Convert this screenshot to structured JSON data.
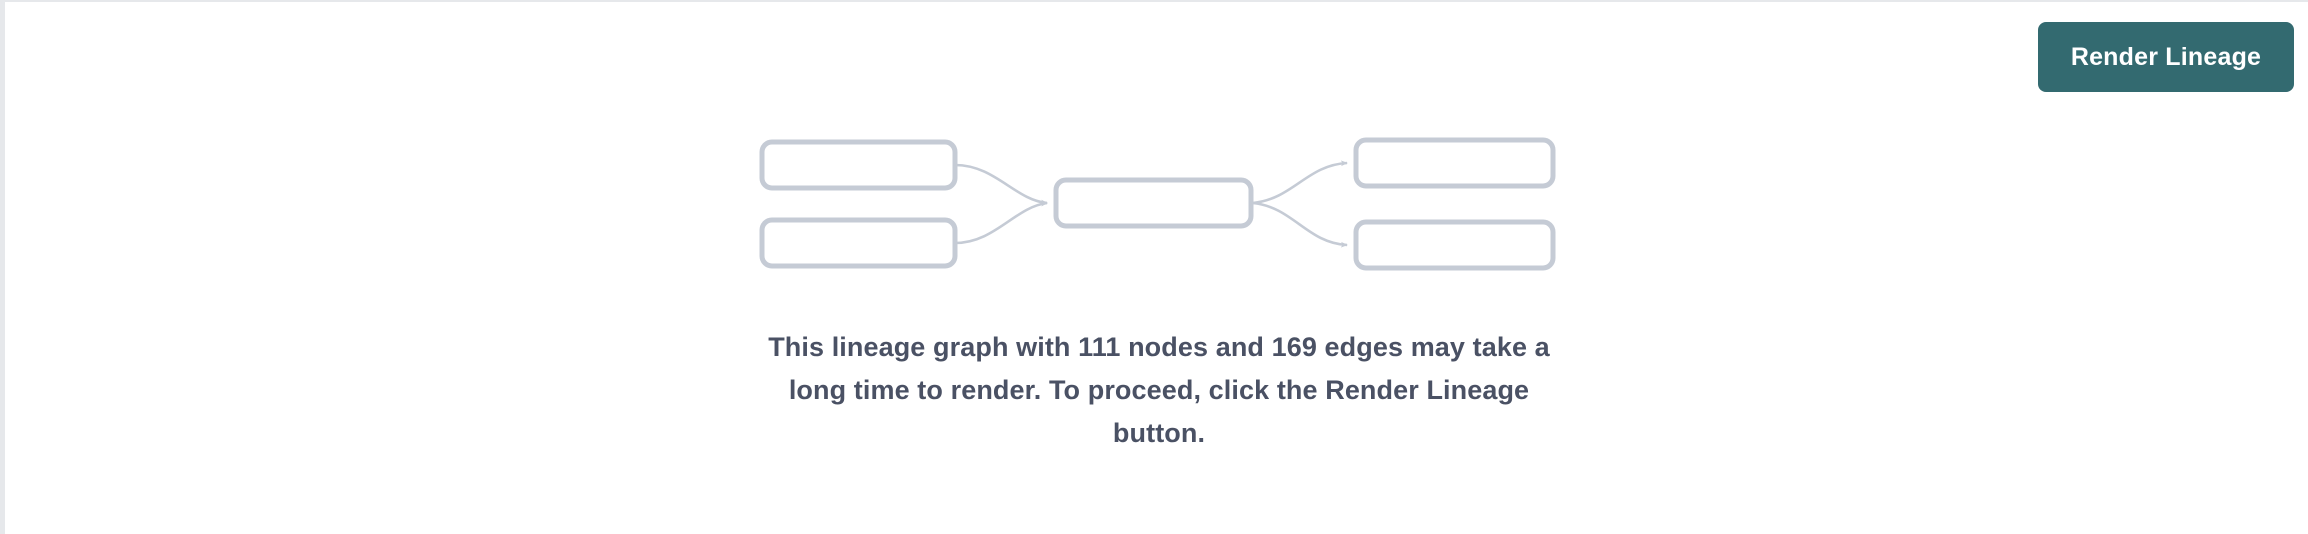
{
  "panel": {
    "background_color": "#ffffff",
    "border_color": "#e6e8eb"
  },
  "toolbar": {
    "render_lineage_label": "Render Lineage",
    "button_color": "#336a70",
    "button_text_color": "#ffffff"
  },
  "empty_state": {
    "message": "This lineage graph with 111 nodes and 169 edges may take a long time to render. To proceed, click the Render Lineage button.",
    "text_color": "#4a5164",
    "node_count": 111,
    "edge_count": 169,
    "placeholder_graph": {
      "node_stroke_color": "#c5cbd5",
      "edge_color": "#c5cbd5",
      "nodes": [
        {
          "id": "upstream-1",
          "column": "left",
          "row": "top"
        },
        {
          "id": "upstream-2",
          "column": "left",
          "row": "bottom"
        },
        {
          "id": "focus",
          "column": "center",
          "row": "middle"
        },
        {
          "id": "downstream-1",
          "column": "right",
          "row": "top"
        },
        {
          "id": "downstream-2",
          "column": "right",
          "row": "bottom"
        }
      ],
      "edges": [
        {
          "from": "upstream-1",
          "to": "focus"
        },
        {
          "from": "upstream-2",
          "to": "focus"
        },
        {
          "from": "focus",
          "to": "downstream-1"
        },
        {
          "from": "focus",
          "to": "downstream-2"
        }
      ]
    }
  }
}
